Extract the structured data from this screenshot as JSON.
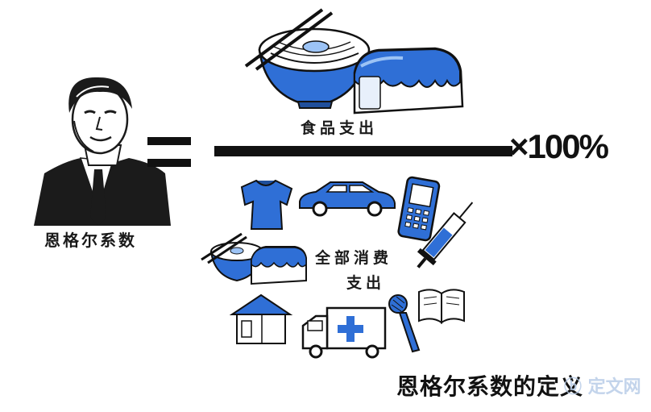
{
  "person_caption": "恩格尔系数",
  "numerator_label": "食品支出",
  "denominator_label_line1": "全部消费",
  "denominator_label_line2": "支出",
  "multiplier": "×100%",
  "footer_title": "恩格尔系数的定义",
  "watermark": "ⓑ 定文网",
  "colors": {
    "accent_blue": "#2f6fd6",
    "light_blue": "#9cc3f5",
    "ink": "#151515"
  },
  "icons": [
    "person-portrait-icon",
    "noodle-bowl-icon",
    "bread-loaf-icon",
    "tshirt-icon",
    "car-icon",
    "mobile-phone-icon",
    "syringe-icon",
    "house-icon",
    "ambulance-icon",
    "microphone-icon",
    "open-book-icon"
  ]
}
